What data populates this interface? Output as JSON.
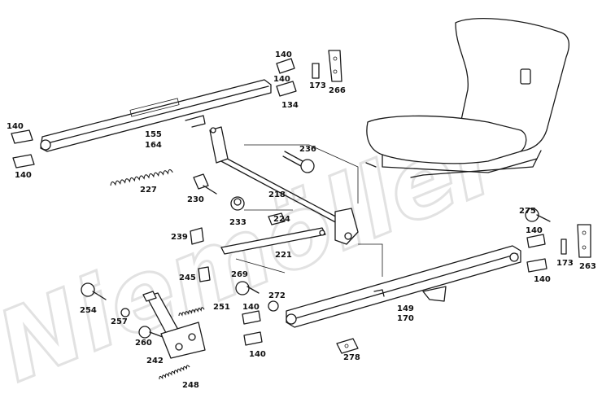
{
  "watermark": "Niemöller",
  "parts": [
    {
      "id": "140a",
      "label": "140"
    },
    {
      "id": "140b",
      "label": "140"
    },
    {
      "id": "173a",
      "label": "173"
    },
    {
      "id": "266",
      "label": "266"
    },
    {
      "id": "134",
      "label": "134"
    },
    {
      "id": "140c",
      "label": "140"
    },
    {
      "id": "140d",
      "label": "140"
    },
    {
      "id": "155",
      "label": "155"
    },
    {
      "id": "164",
      "label": "164"
    },
    {
      "id": "236",
      "label": "236"
    },
    {
      "id": "227",
      "label": "227"
    },
    {
      "id": "230",
      "label": "230"
    },
    {
      "id": "218",
      "label": "218"
    },
    {
      "id": "233",
      "label": "233"
    },
    {
      "id": "224",
      "label": "224"
    },
    {
      "id": "239",
      "label": "239"
    },
    {
      "id": "221",
      "label": "221"
    },
    {
      "id": "275",
      "label": "275"
    },
    {
      "id": "140e",
      "label": "140"
    },
    {
      "id": "173b",
      "label": "173"
    },
    {
      "id": "263",
      "label": "263"
    },
    {
      "id": "140f",
      "label": "140"
    },
    {
      "id": "245",
      "label": "245"
    },
    {
      "id": "269",
      "label": "269"
    },
    {
      "id": "254",
      "label": "254"
    },
    {
      "id": "272",
      "label": "272"
    },
    {
      "id": "251",
      "label": "251"
    },
    {
      "id": "140g",
      "label": "140"
    },
    {
      "id": "149",
      "label": "149"
    },
    {
      "id": "170",
      "label": "170"
    },
    {
      "id": "257",
      "label": "257"
    },
    {
      "id": "260",
      "label": "260"
    },
    {
      "id": "140h",
      "label": "140"
    },
    {
      "id": "278",
      "label": "278"
    },
    {
      "id": "242",
      "label": "242"
    },
    {
      "id": "248",
      "label": "248"
    }
  ]
}
